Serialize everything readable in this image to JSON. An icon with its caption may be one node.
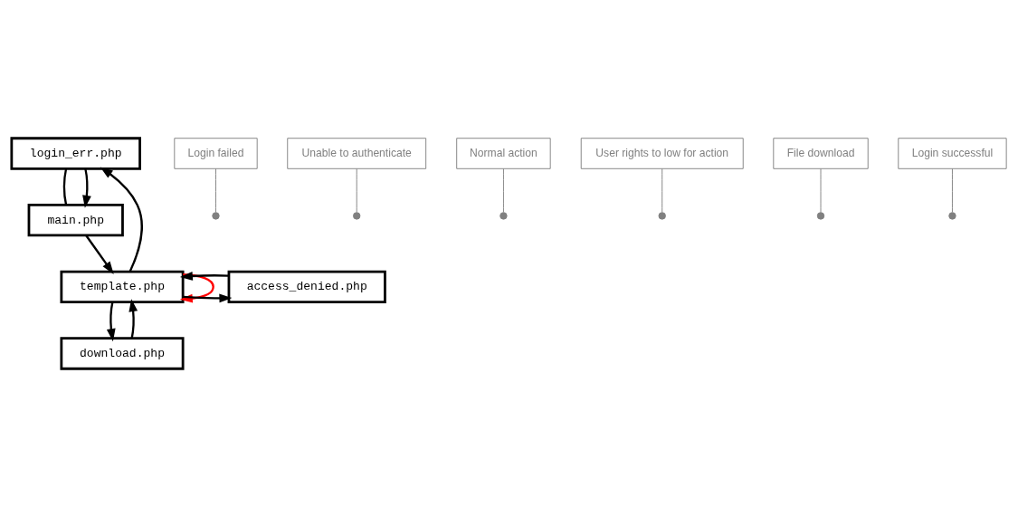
{
  "diagram": {
    "nodes": [
      {
        "text": [
          "login_err.php"
        ]
      },
      {
        "text": [
          "main.php"
        ]
      },
      {
        "text": [
          "template.php"
        ]
      },
      {
        "text": [
          "access_denied.php"
        ]
      },
      {
        "text": [
          "download.php"
        ]
      },
      {
        "text": [
          "Login failed"
        ]
      },
      {
        "text": [
          "Unable to authenticate"
        ]
      },
      {
        "text": [
          "Normal action"
        ]
      },
      {
        "text": [
          "User rights to low for action"
        ]
      },
      {
        "text": [
          "File download"
        ]
      },
      {
        "text": [
          "Login successful"
        ]
      }
    ],
    "edges": [
      {
        "from": 0,
        "to": 1,
        "arrow": "none"
      },
      {
        "from": 0,
        "to": 1,
        "arrow": "to"
      },
      {
        "from": 1,
        "to": 2,
        "arrow": "to"
      },
      {
        "from": 2,
        "to": 0,
        "arrow": "to"
      },
      {
        "from": 2,
        "to": 2,
        "arrow": "to",
        "color": "#ff0000"
      },
      {
        "from": 2,
        "to": 3,
        "arrow": "to"
      },
      {
        "from": 3,
        "to": 2,
        "arrow": "to"
      },
      {
        "from": 2,
        "to": 4,
        "arrow": "to"
      },
      {
        "from": 4,
        "to": 2,
        "arrow": "to"
      },
      {
        "from": 5,
        "to": null,
        "arrow": "other",
        "color": "#808080"
      },
      {
        "from": 6,
        "to": null,
        "arrow": "other",
        "color": "#808080"
      },
      {
        "from": 7,
        "to": null,
        "arrow": "other",
        "color": "#808080"
      },
      {
        "from": 8,
        "to": null,
        "arrow": "other",
        "color": "#808080"
      },
      {
        "from": 9,
        "to": null,
        "arrow": "other",
        "color": "#808080"
      },
      {
        "from": 10,
        "to": null,
        "arrow": "other",
        "color": "#808080"
      }
    ]
  }
}
